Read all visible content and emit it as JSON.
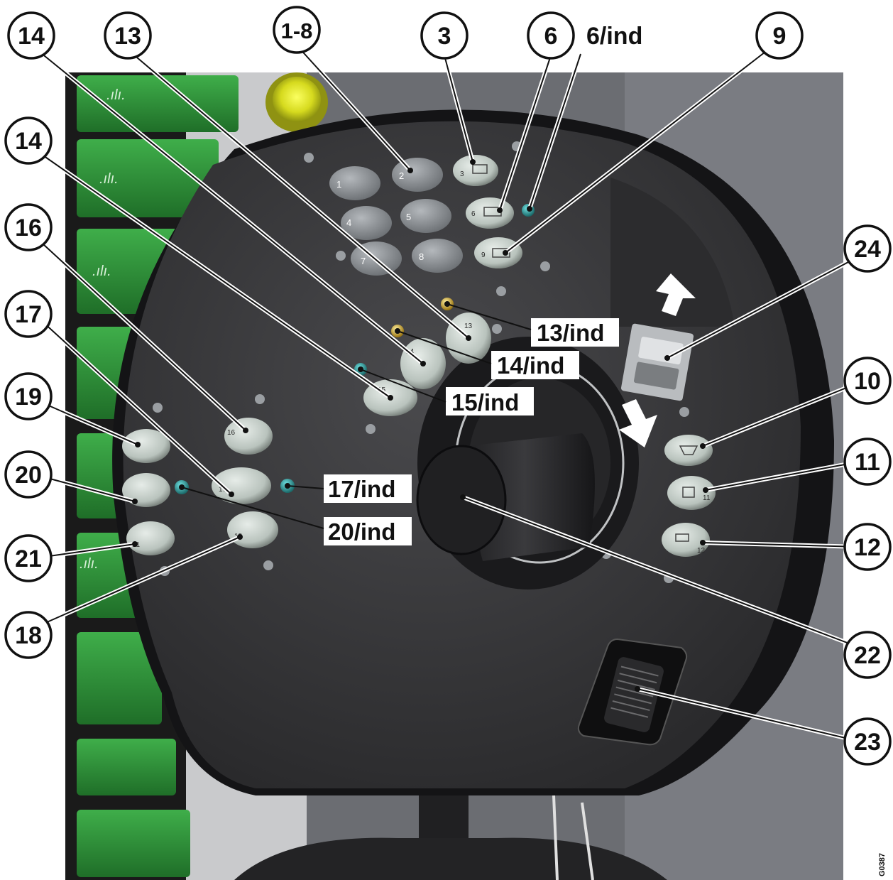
{
  "image_code": "G0387",
  "joystick_buttons": [
    "1",
    "2",
    "4",
    "5",
    "7",
    "8"
  ],
  "icon_buttons": {
    "b3": "3",
    "b6": "6",
    "b9": "9",
    "b13": "13",
    "b14": "14",
    "b15": "15",
    "b16": "16",
    "b17": "17",
    "b18": "18",
    "b21": "21",
    "b11": "11",
    "b12": "12"
  },
  "callouts": {
    "c14a": "14",
    "c13": "13",
    "c1_8": "1-8",
    "c3": "3",
    "c6": "6",
    "c6ind": "6/ind",
    "c9": "9",
    "c14b": "14",
    "c16": "16",
    "c24": "24",
    "c17": "17",
    "c10": "10",
    "c19": "19",
    "c20": "20",
    "c11": "11",
    "c21": "21",
    "c12": "12",
    "c18": "18",
    "c22": "22",
    "c23": "23"
  },
  "indicator_labels": {
    "i13": "13/ind",
    "i14": "14/ind",
    "i15": "15/ind",
    "i17": "17/ind",
    "i20": "20/ind"
  },
  "colors": {
    "panel": "#3a3a3c",
    "panel_dark": "#1f1f21",
    "green_keys": "#2f8f3a",
    "button": "#c9d2cc",
    "indicator_teal": "#2a8a8a",
    "indicator_amber": "#c8a020",
    "knob_yellow": "#e4e830"
  }
}
